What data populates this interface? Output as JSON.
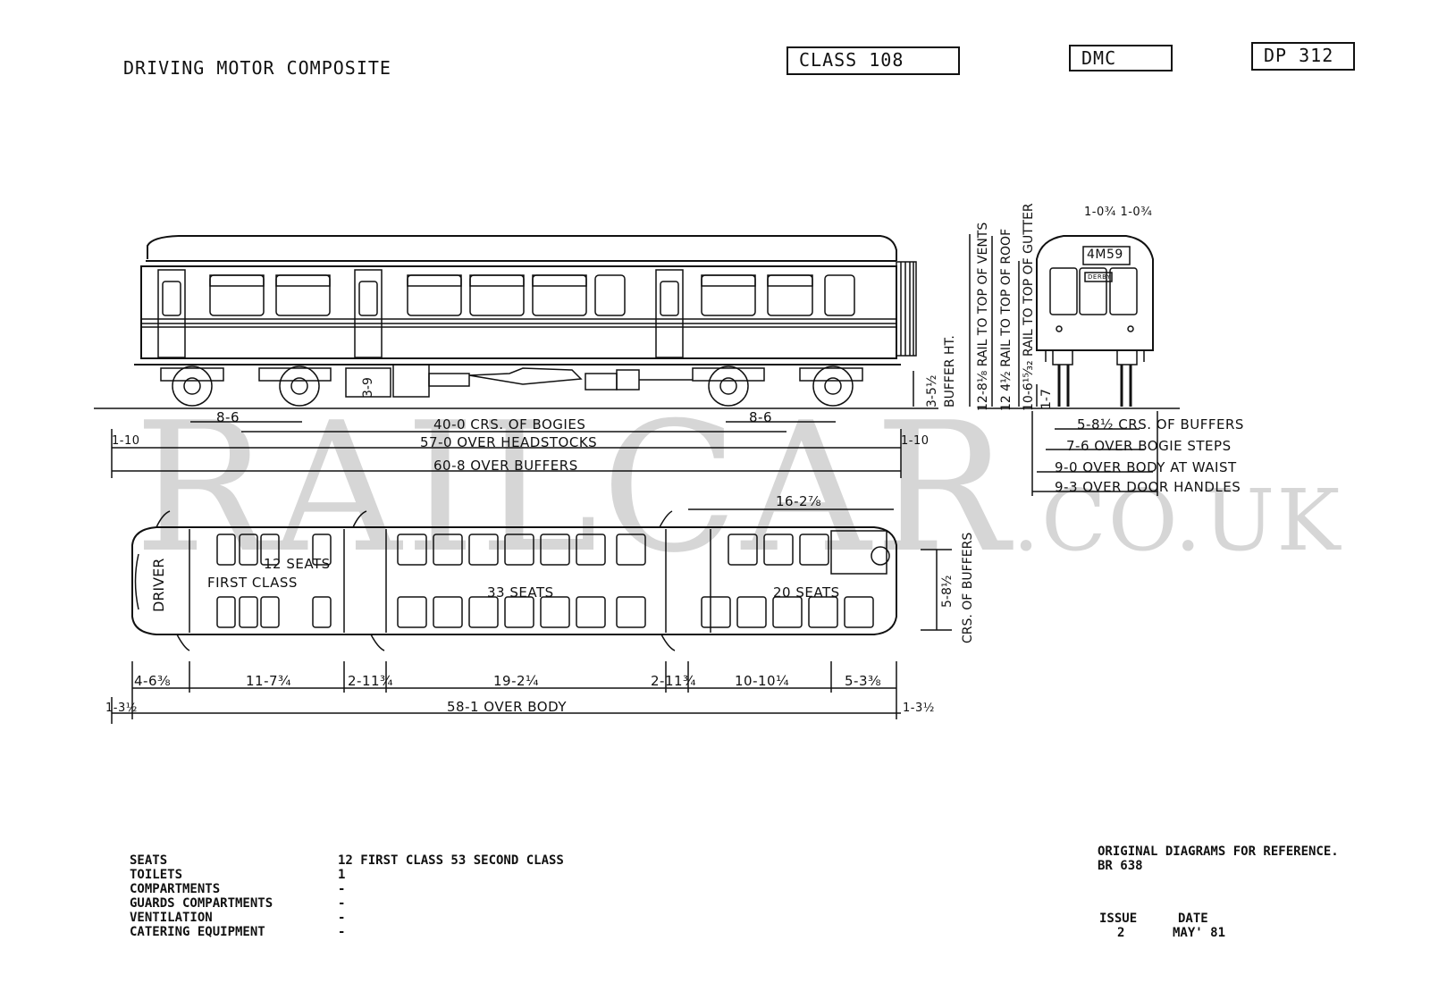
{
  "title": "DRIVING MOTOR COMPOSITE",
  "badges": {
    "class_label": "CLASS 108",
    "type_label": "DMC",
    "diagram_label": "DP 312"
  },
  "watermark": {
    "main": "RAILCAR",
    "suffix": ".CO.UK"
  },
  "side_elevation": {
    "dims": {
      "buffer_ht_value": "3-5½",
      "buffer_ht_label": "BUFFER HT.",
      "bogie_wheelbase_left": "8-6",
      "bogie_wheelbase_right": "8-6",
      "drawgear_height": "3-9",
      "crs_bogies": "40-0 CRS. OF BOGIES",
      "over_headstocks": "57-0 OVER HEADSTOCKS",
      "over_buffers": "60-8 OVER BUFFERS",
      "overhang_left": "1-10",
      "overhang_right": "1-10"
    }
  },
  "end_elevation": {
    "destination_blind": "4M59",
    "route_blind": "DERBY",
    "top_dims": "1-0¾ 1-0¾",
    "vertical_dims": [
      "12-8⅛ RAIL TO TOP OF VENTS",
      "12 4½ RAIL TO TOP OF ROOF",
      "10-6¹⁵⁄₃₂ RAIL TO TOP OF GUTTER",
      "1-7"
    ],
    "widths": [
      "5-8½ CRS. OF BUFFERS",
      "7-6 OVER BOGIE STEPS",
      "9-0 OVER BODY AT WAIST",
      "9-3 OVER DOOR HANDLES"
    ]
  },
  "plan": {
    "driver": "DRIVER",
    "first_seats": "12 SEATS",
    "first_class": "FIRST CLASS",
    "second_seats_a": "33 SEATS",
    "second_seats_b": "20 SEATS",
    "top_dim": "16-2⅞",
    "buffer_crs": "5-8½",
    "buffer_crs_label": "CRS. OF BUFFERS",
    "bay_dims": [
      "4-6⅜",
      "11-7¾",
      "2-11¾",
      "19-2¼",
      "2-11¾",
      "10-10¼",
      "5-3⅜"
    ],
    "end_dim_left": "1-3½",
    "end_dim_right": "1-3½",
    "over_body": "58-1 OVER BODY"
  },
  "specs": {
    "labels": [
      "SEATS",
      "TOILETS",
      "COMPARTMENTS",
      "GUARDS COMPARTMENTS",
      "VENTILATION",
      "CATERING EQUIPMENT"
    ],
    "values": [
      "12 FIRST CLASS 53 SECOND CLASS",
      "1",
      "-",
      "-",
      "-",
      "-"
    ]
  },
  "reference": {
    "line1": "ORIGINAL DIAGRAMS FOR REFERENCE.",
    "line2": "BR 638"
  },
  "issue": {
    "issue_label": "ISSUE",
    "date_label": "DATE",
    "issue_value": "2",
    "date_value": "MAY' 81"
  }
}
